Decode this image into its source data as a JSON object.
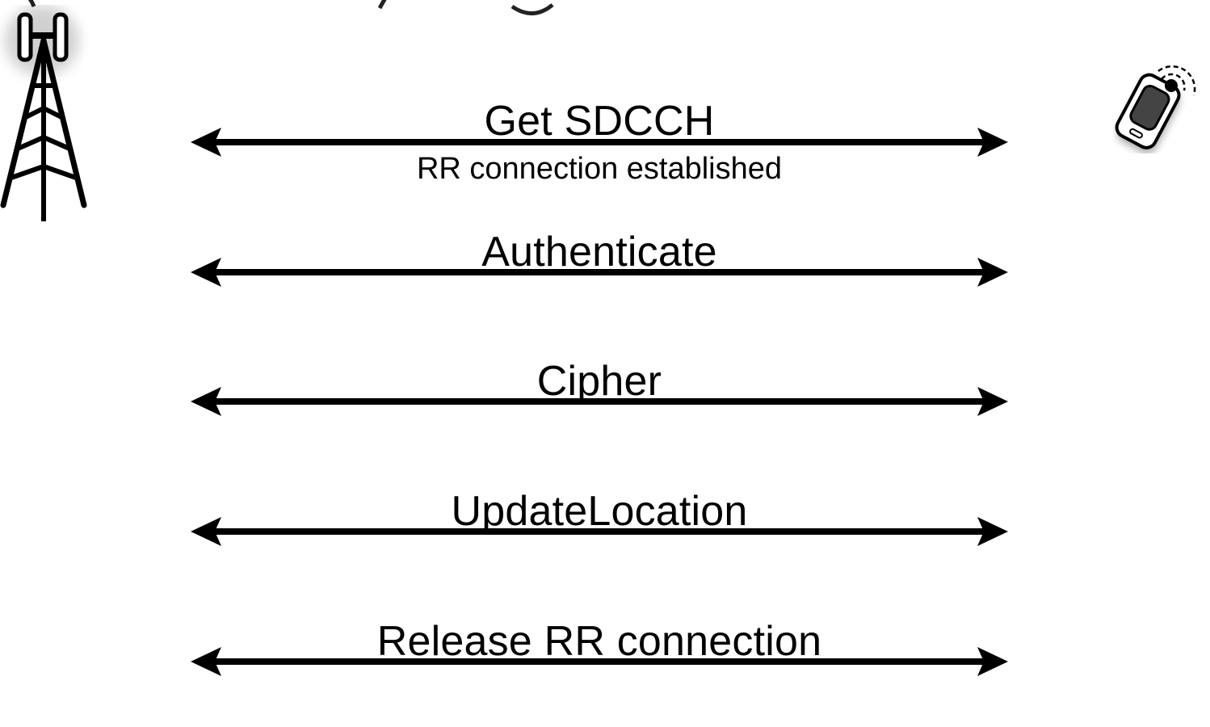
{
  "diagram": {
    "left_entity_icon": "cell-tower-icon",
    "right_entity_icon": "mobile-phone-icon",
    "messages": [
      {
        "label": "Get SDCCH",
        "sublabel": "RR connection established"
      },
      {
        "label": "Authenticate",
        "sublabel": ""
      },
      {
        "label": "Cipher",
        "sublabel": ""
      },
      {
        "label": "UpdateLocation",
        "sublabel": ""
      },
      {
        "label": "Release RR connection",
        "sublabel": ""
      }
    ]
  },
  "colors": {
    "line": "#000000",
    "background": "#ffffff"
  }
}
